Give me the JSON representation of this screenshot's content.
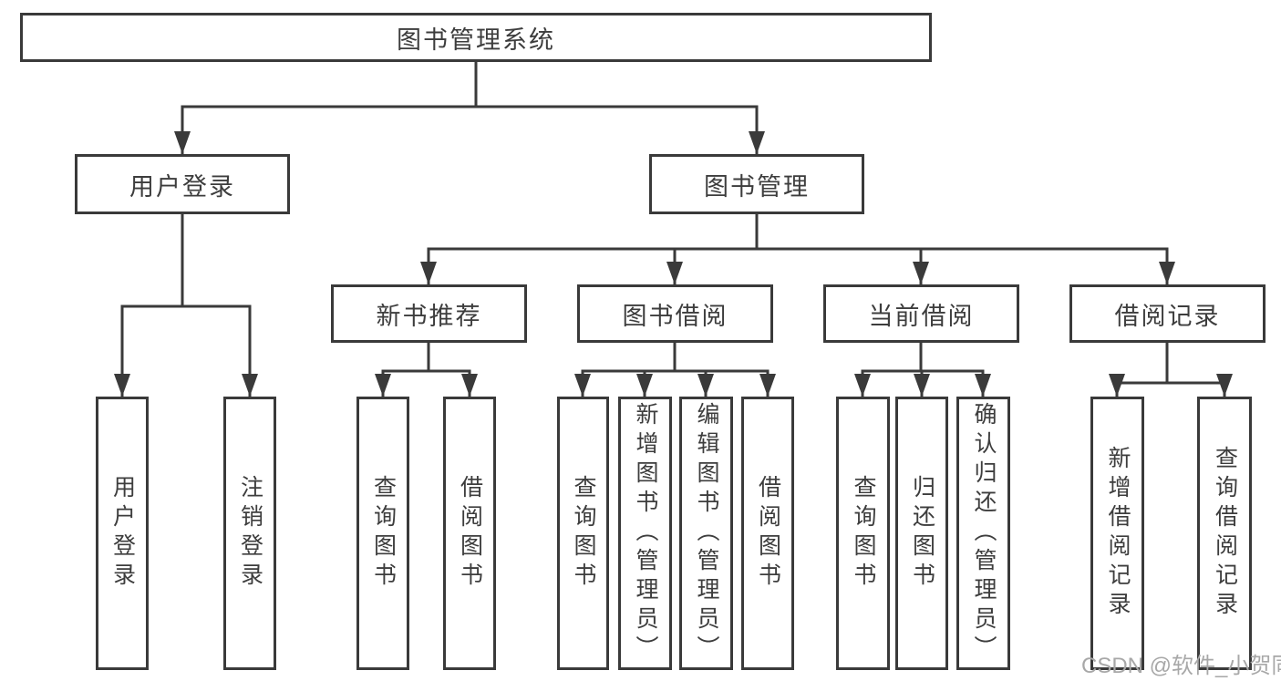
{
  "diagram": {
    "root": {
      "label": "图书管理系统"
    },
    "level2": [
      {
        "label": "用户登录"
      },
      {
        "label": "图书管理"
      }
    ],
    "level3": [
      {
        "label": "新书推荐"
      },
      {
        "label": "图书借阅"
      },
      {
        "label": "当前借阅"
      },
      {
        "label": "借阅记录"
      }
    ],
    "leaves": {
      "user_login": [
        {
          "label": "用户登录"
        },
        {
          "label": "注销登录"
        }
      ],
      "new_book_recommendation": [
        {
          "label": "查询图书"
        },
        {
          "label": "借阅图书"
        }
      ],
      "book_borrowing": [
        {
          "label": "查询图书"
        },
        {
          "label": "新增图书（管理员）"
        },
        {
          "label": "编辑图书（管理员）"
        },
        {
          "label": "借阅图书"
        }
      ],
      "current_borrowing": [
        {
          "label": "查询图书"
        },
        {
          "label": "归还图书"
        },
        {
          "label": "确认归还（管理员）"
        }
      ],
      "borrowing_records": [
        {
          "label": "新增借阅记录"
        },
        {
          "label": "查询借阅记录"
        }
      ]
    },
    "watermark": "CSDN @软件_小贺同学",
    "colors": {
      "line": "#3a3a3a",
      "text": "#3d3d3d",
      "box_background": "#ffffff",
      "page_background": "#ffffff",
      "watermark": "#a8a8a8"
    }
  }
}
